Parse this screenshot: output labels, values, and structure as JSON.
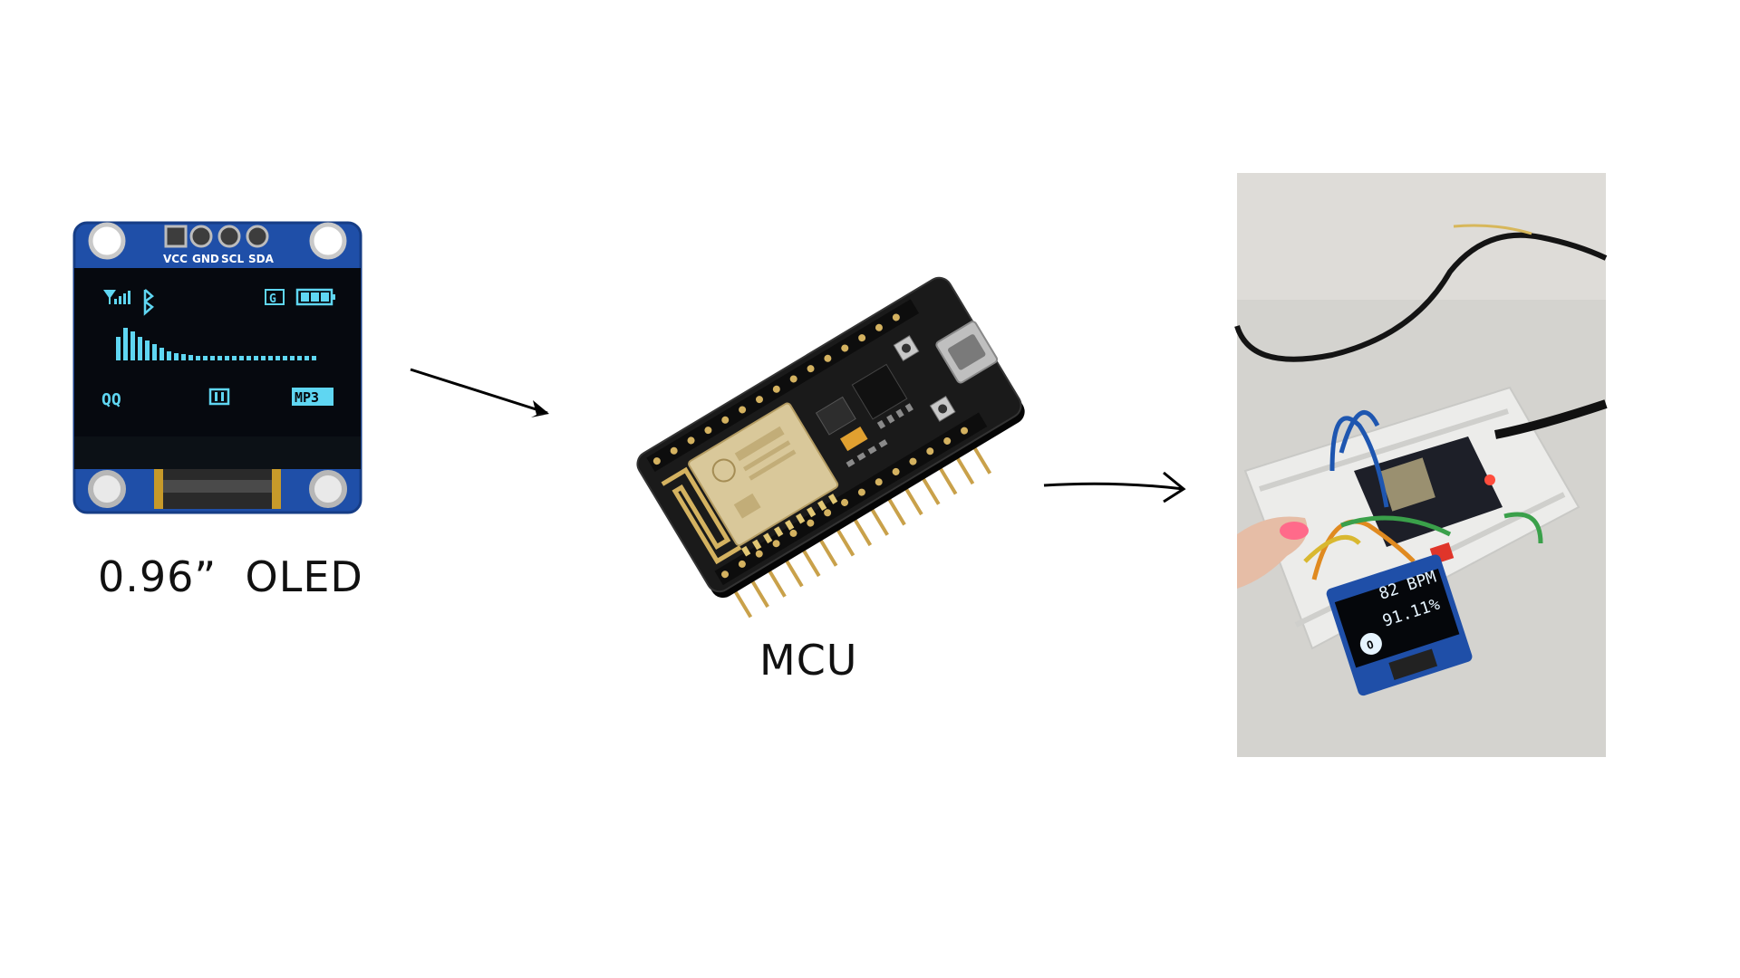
{
  "diagram": {
    "oled": {
      "caption": "0.96”  OLED",
      "pins": [
        "VCC",
        "GND",
        "SCL",
        "SDA"
      ],
      "screen_left_text": "QQ",
      "screen_right_text": "MP3"
    },
    "mcu": {
      "caption": "MCU"
    },
    "result": {
      "bpm_text": "82 BPM",
      "spo2_text": "91.11%"
    }
  },
  "colors": {
    "oled_pcb": "#1f4fa8",
    "oled_screen": "#06090f",
    "oled_pixels": "#5fd6f2",
    "mcu_pcb": "#1a1a1a",
    "esp_shield": "#d9c89a",
    "photo_bg": "#d4d3cf",
    "arrow": "#000000"
  }
}
